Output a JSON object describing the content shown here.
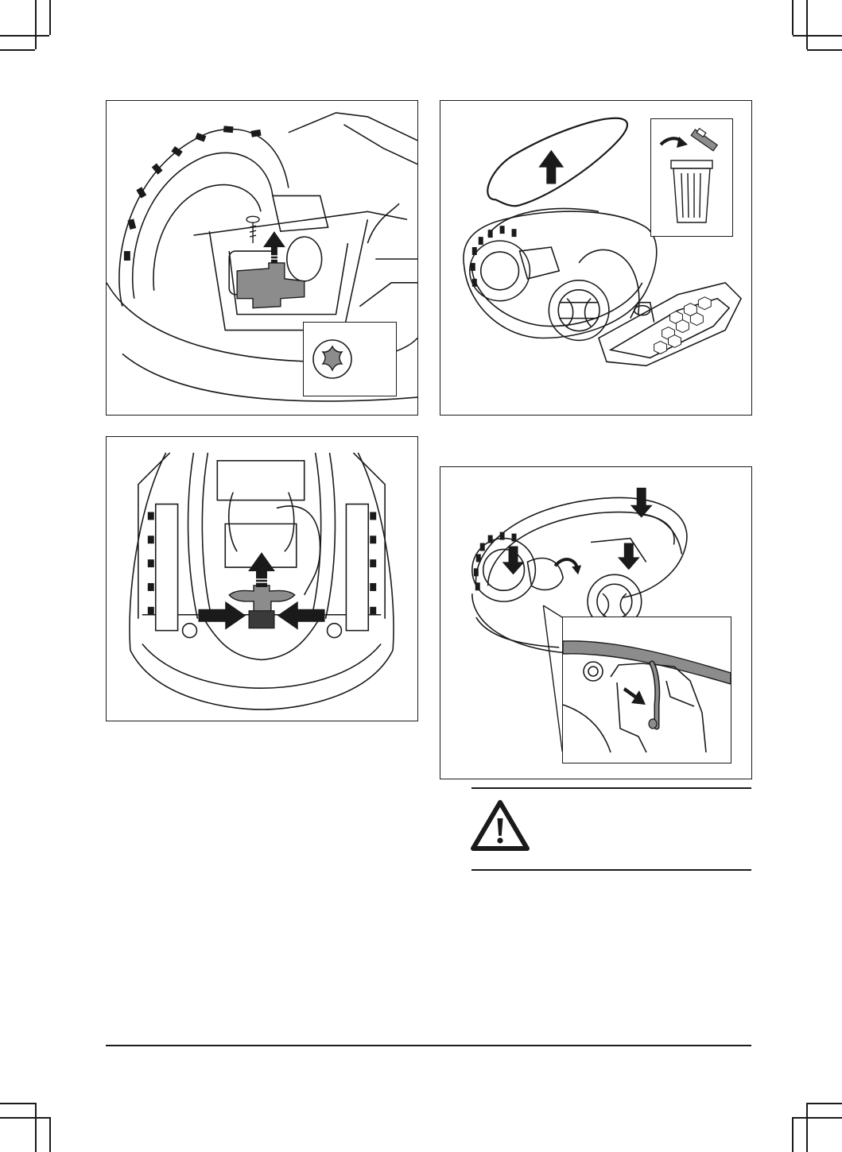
{
  "page": {
    "panels": [
      {
        "name": "battery-cover-screw-removal",
        "inset_icon": "torx-icon"
      },
      {
        "name": "body-removal-and-recycling",
        "inset_icon": "trash-bin-icon"
      },
      {
        "name": "battery-connector-release"
      },
      {
        "name": "body-reassembly-cable-routing",
        "inset_icon": "cable-detail-icon"
      }
    ],
    "warning": {
      "icon": "warning-triangle-icon",
      "text": ""
    },
    "colors": {
      "line": "#1a1a1a",
      "fill_gray": "#8c8c8c",
      "arrow": "#1a1a1a"
    }
  }
}
